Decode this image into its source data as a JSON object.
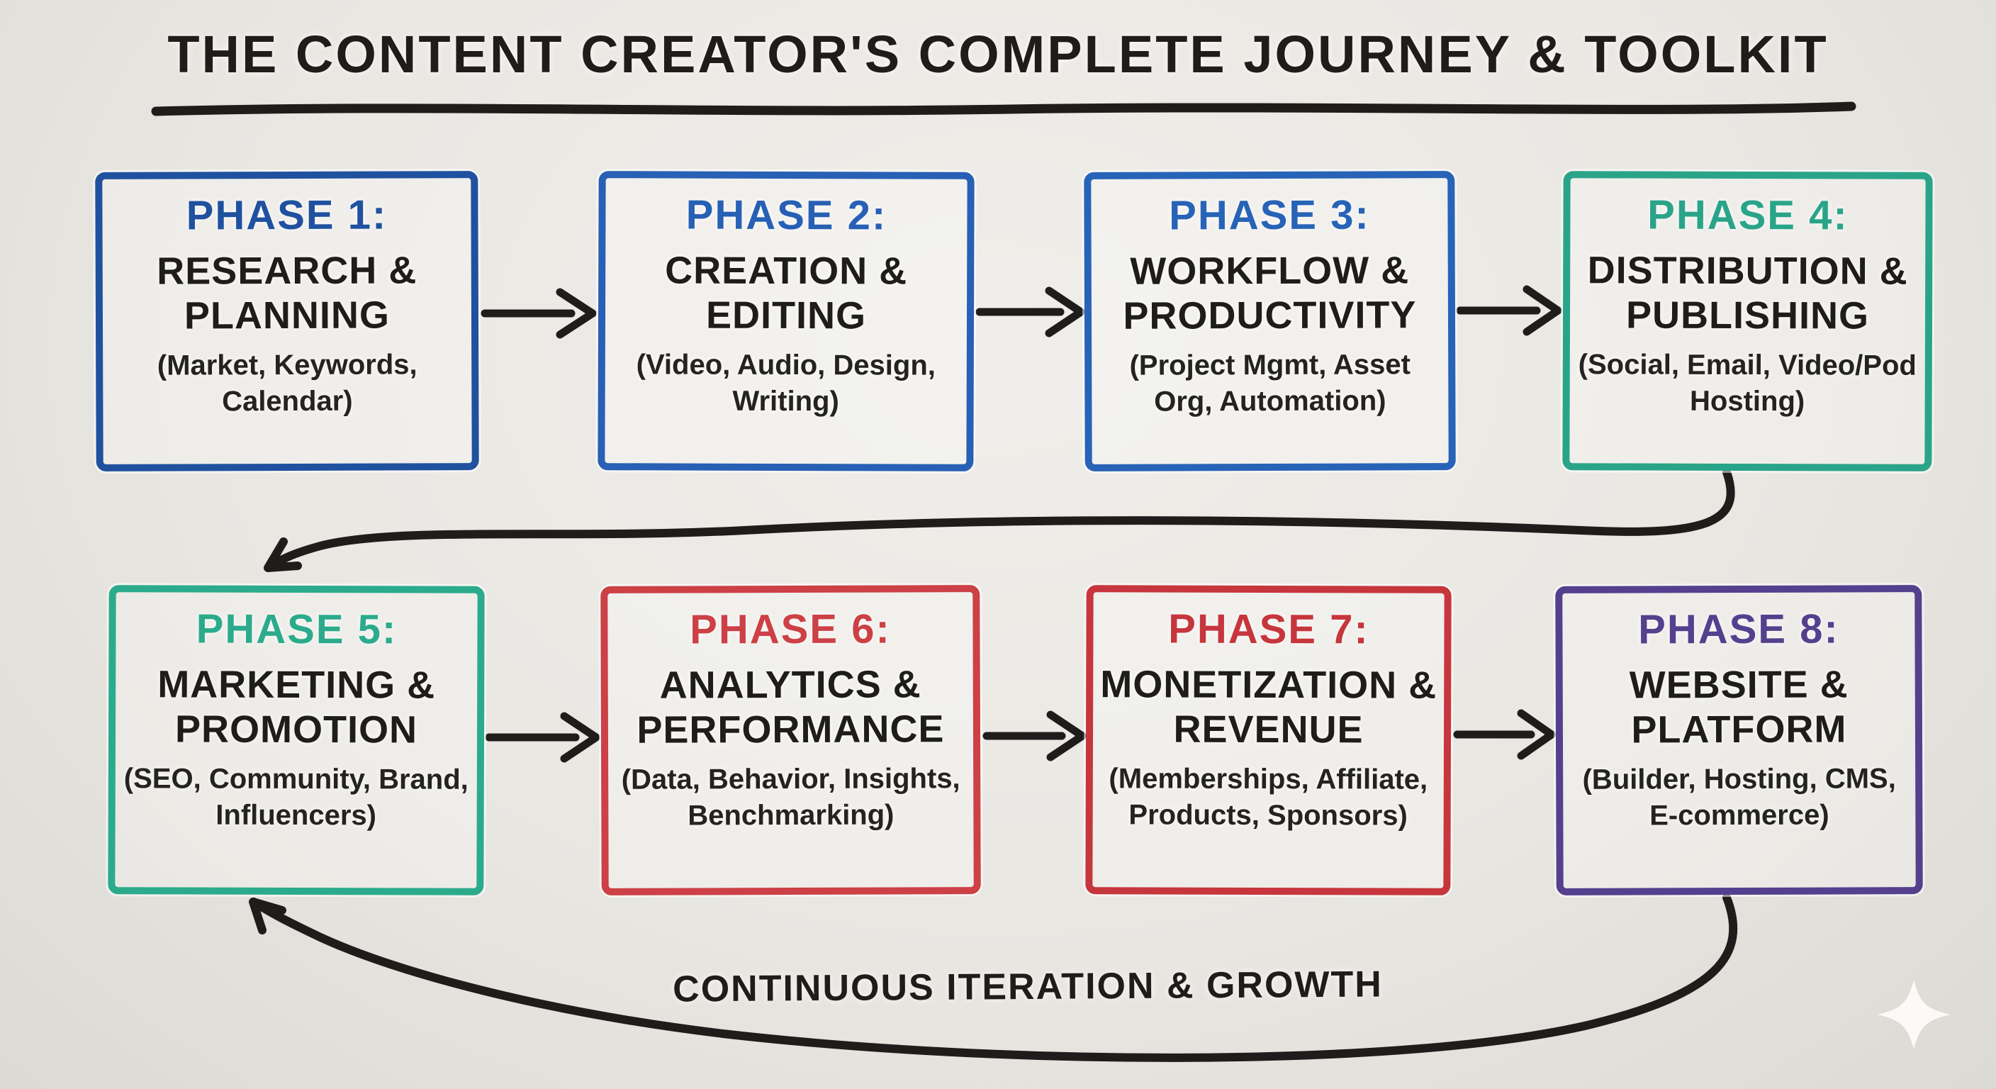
{
  "title": "THE CONTENT CREATOR'S COMPLETE JOURNEY & TOOLKIT",
  "loop_label": "CONTINUOUS ITERATION & GROWTH",
  "colors": {
    "background": "#e9e7e2",
    "ink": "#1e1d1b",
    "blue": "#2156ab",
    "teal": "#2aa489",
    "red": "#c73b41",
    "purple": "#54408e",
    "sparkle": "#fbfaf7"
  },
  "phases": [
    {
      "label": "PHASE 1:",
      "title": "RESEARCH & PLANNING",
      "detail": "(Market, Keywords, Calendar)",
      "color": "#1f519f"
    },
    {
      "label": "PHASE 2:",
      "title": "CREATION & EDITING",
      "detail": "(Video, Audio, Design, Writing)",
      "color": "#2760b4"
    },
    {
      "label": "PHASE 3:",
      "title": "WORKFLOW & PRODUCTIVITY",
      "detail": "(Project Mgmt, Asset Org, Automation)",
      "color": "#2763b7"
    },
    {
      "label": "PHASE 4:",
      "title": "DISTRIBUTION & PUBLISHING",
      "detail": "(Social, Email, Video/Pod Hosting)",
      "color": "#2aa489"
    },
    {
      "label": "PHASE 5:",
      "title": "MARKETING & PROMOTION",
      "detail": "(SEO, Community, Brand, Influencers)",
      "color": "#2bab8c"
    },
    {
      "label": "PHASE 6:",
      "title": "ANALYTICS & PERFORMANCE",
      "detail": "(Data, Behavior, Insights, Benchmarking)",
      "color": "#cc4046"
    },
    {
      "label": "PHASE 7:",
      "title": "MONETIZATION & REVENUE",
      "detail": "(Memberships, Affiliate, Products, Sponsors)",
      "color": "#c6363c"
    },
    {
      "label": "PHASE 8:",
      "title": "WEBSITE & PLATFORM",
      "detail": "(Builder, Hosting, CMS, E-commerce)",
      "color": "#54408e"
    }
  ],
  "icons": {
    "sparkle": "four-point-sparkle"
  }
}
